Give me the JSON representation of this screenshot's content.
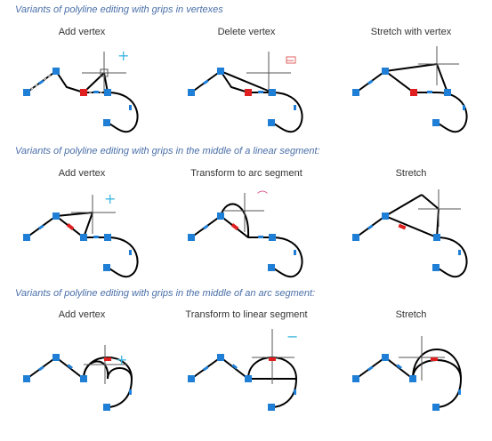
{
  "sections": [
    {
      "title": "Variants of polyline editing with grips in vertexes",
      "panels": [
        {
          "label": "Add vertex",
          "glyph": "+"
        },
        {
          "label": "Delete vertex",
          "glyph": "−"
        },
        {
          "label": "Stretch with vertex",
          "glyph": ""
        }
      ]
    },
    {
      "title": "Variants of polyline editing with grips in the middle of a linear segment:",
      "panels": [
        {
          "label": "Add vertex",
          "glyph": "+"
        },
        {
          "label": "Transform to arc segment",
          "glyph": "⌒"
        },
        {
          "label": "Stretch",
          "glyph": ""
        }
      ]
    },
    {
      "title": "Variants of polyline editing with grips in the middle of an arc segment:",
      "panels": [
        {
          "label": "Add vertex",
          "glyph": "+"
        },
        {
          "label": "Transform to linear segment",
          "glyph": "−"
        },
        {
          "label": "Stretch",
          "glyph": ""
        }
      ]
    }
  ],
  "colors": {
    "section_title": "#4a6fa8",
    "polyline": "#000000",
    "grip": "#1f7fd6",
    "selected_grip": "#e02020",
    "crosshair": "#555555",
    "add_glyph": "#3fb8e0",
    "remove_glyph": "#e06060"
  }
}
